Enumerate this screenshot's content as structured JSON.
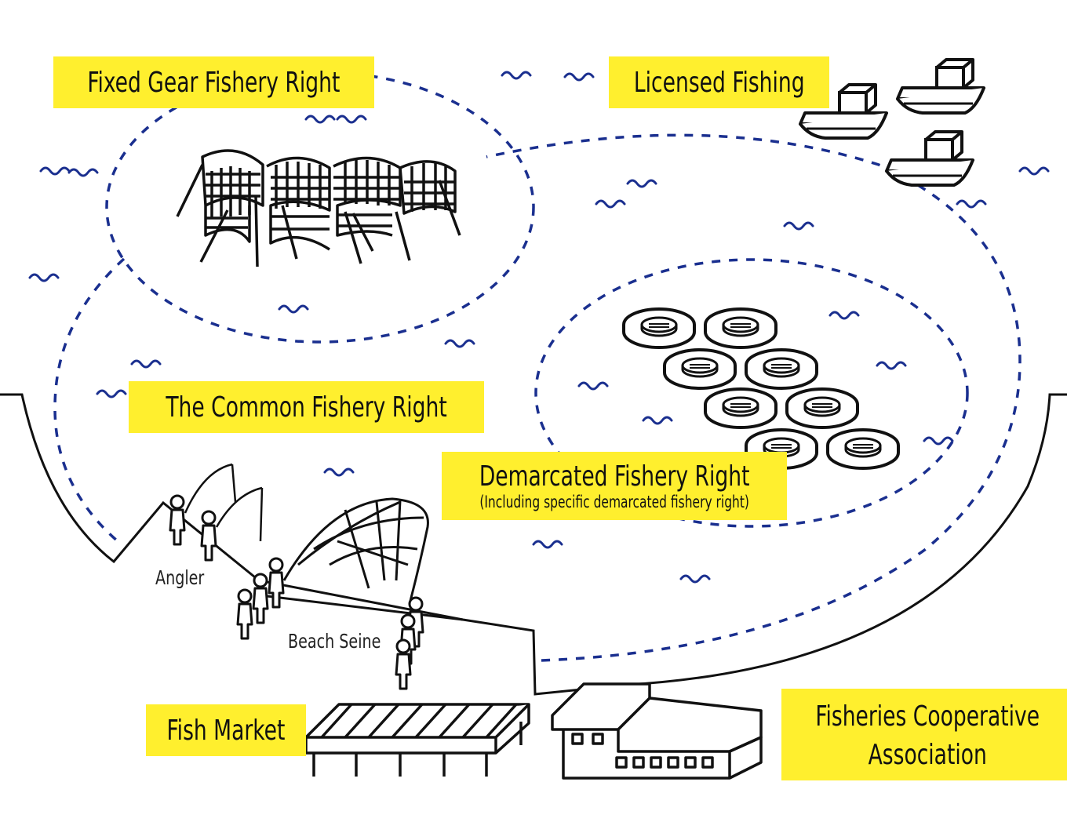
{
  "labels": {
    "fixed_gear": "Fixed Gear Fishery Right",
    "licensed": "Licensed Fishing",
    "common": "The Common Fishery Right",
    "demarcated": "Demarcated Fishery Right",
    "demarcated_note": "(Including specific demarcated fishery right)",
    "fish_market": "Fish Market",
    "coop_line1": "Fisheries Cooperative",
    "coop_line2": "Association",
    "angler": "Angler",
    "beach_seine": "Beach Seine"
  },
  "colors": {
    "label_background": "#ffef2e",
    "boundary": "#1a2f8f",
    "waves": "#1a2f8f",
    "line_art": "#111111"
  }
}
